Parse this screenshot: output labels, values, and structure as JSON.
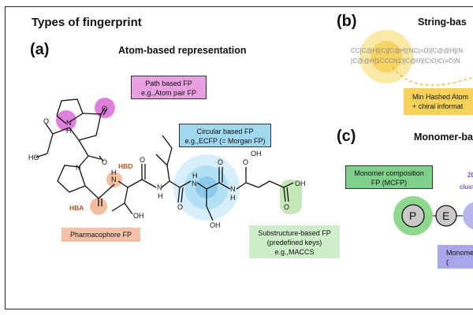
{
  "figure": {
    "title": "Types of fingerprint",
    "panels": {
      "a": "(a)",
      "b": "(b)",
      "c": "(c)"
    },
    "headings": {
      "atom": "Atom-based representation",
      "string": "String-bas",
      "monomer": "Monomer-ba"
    }
  },
  "boxes": {
    "path": {
      "line1": "Path based FP",
      "line2": "e.g.,Atom pair FP",
      "color": "#e8a0e0"
    },
    "circular": {
      "line1": "Circular based FP",
      "line2": "e.g.,ECFP (= Morgan FP)",
      "color": "#9fd8f0"
    },
    "pharmacophore": {
      "line1": "Pharmacophore FP",
      "color": "#f5c2a8"
    },
    "substructure": {
      "line1": "Substructure-based FP",
      "line2": "(predefined keys)",
      "line3": "e.g.,MACCS",
      "color": "#cdeec8"
    },
    "minhash": {
      "line1": "Min Hashed Atom",
      "line2": "+ chiral informat",
      "color": "#f6d25a"
    },
    "monomer_comp": {
      "line1": "Monomer composition",
      "line2": "FP (MCFP)",
      "color": "#7ed08a"
    },
    "monomer_partial": {
      "line1": "Monome",
      "line2": "(",
      "color": "#a9a6ec"
    }
  },
  "smiles": {
    "line1": "CC[C@H](C)[C@H](NC(=O)[C@@H](N",
    "line2": "[C@@H]1CCCN1)[C@H](C)O)C(=O)N"
  },
  "atoms": {
    "o1": "O",
    "nh1": "N",
    "h1": "H",
    "ho": "HO",
    "o2": "O",
    "n1": "N",
    "hbd": "HBD",
    "hba": "HBA",
    "o3": "O",
    "h2": "H",
    "n2": "N",
    "oh1": "OH",
    "o4": "O",
    "h3": "H",
    "n3": "N",
    "h4": "H",
    "n4": "N",
    "o5": "O",
    "o6": "O",
    "oh2": "OH",
    "o7": "O",
    "oh3": "OH",
    "o8": "O",
    "oh4": "OH",
    "o9": "O"
  },
  "monomer": {
    "p": "P",
    "e": "E",
    "label_2d": "2D",
    "label_cluste": "cluste"
  },
  "colors": {
    "pink": "#d96bd6",
    "blue_glow": "#bfe6fa",
    "orange": "#e9a07a",
    "green": "#b9e3a8",
    "yellow": "#f9df86",
    "brown_text": "#b5542a"
  }
}
